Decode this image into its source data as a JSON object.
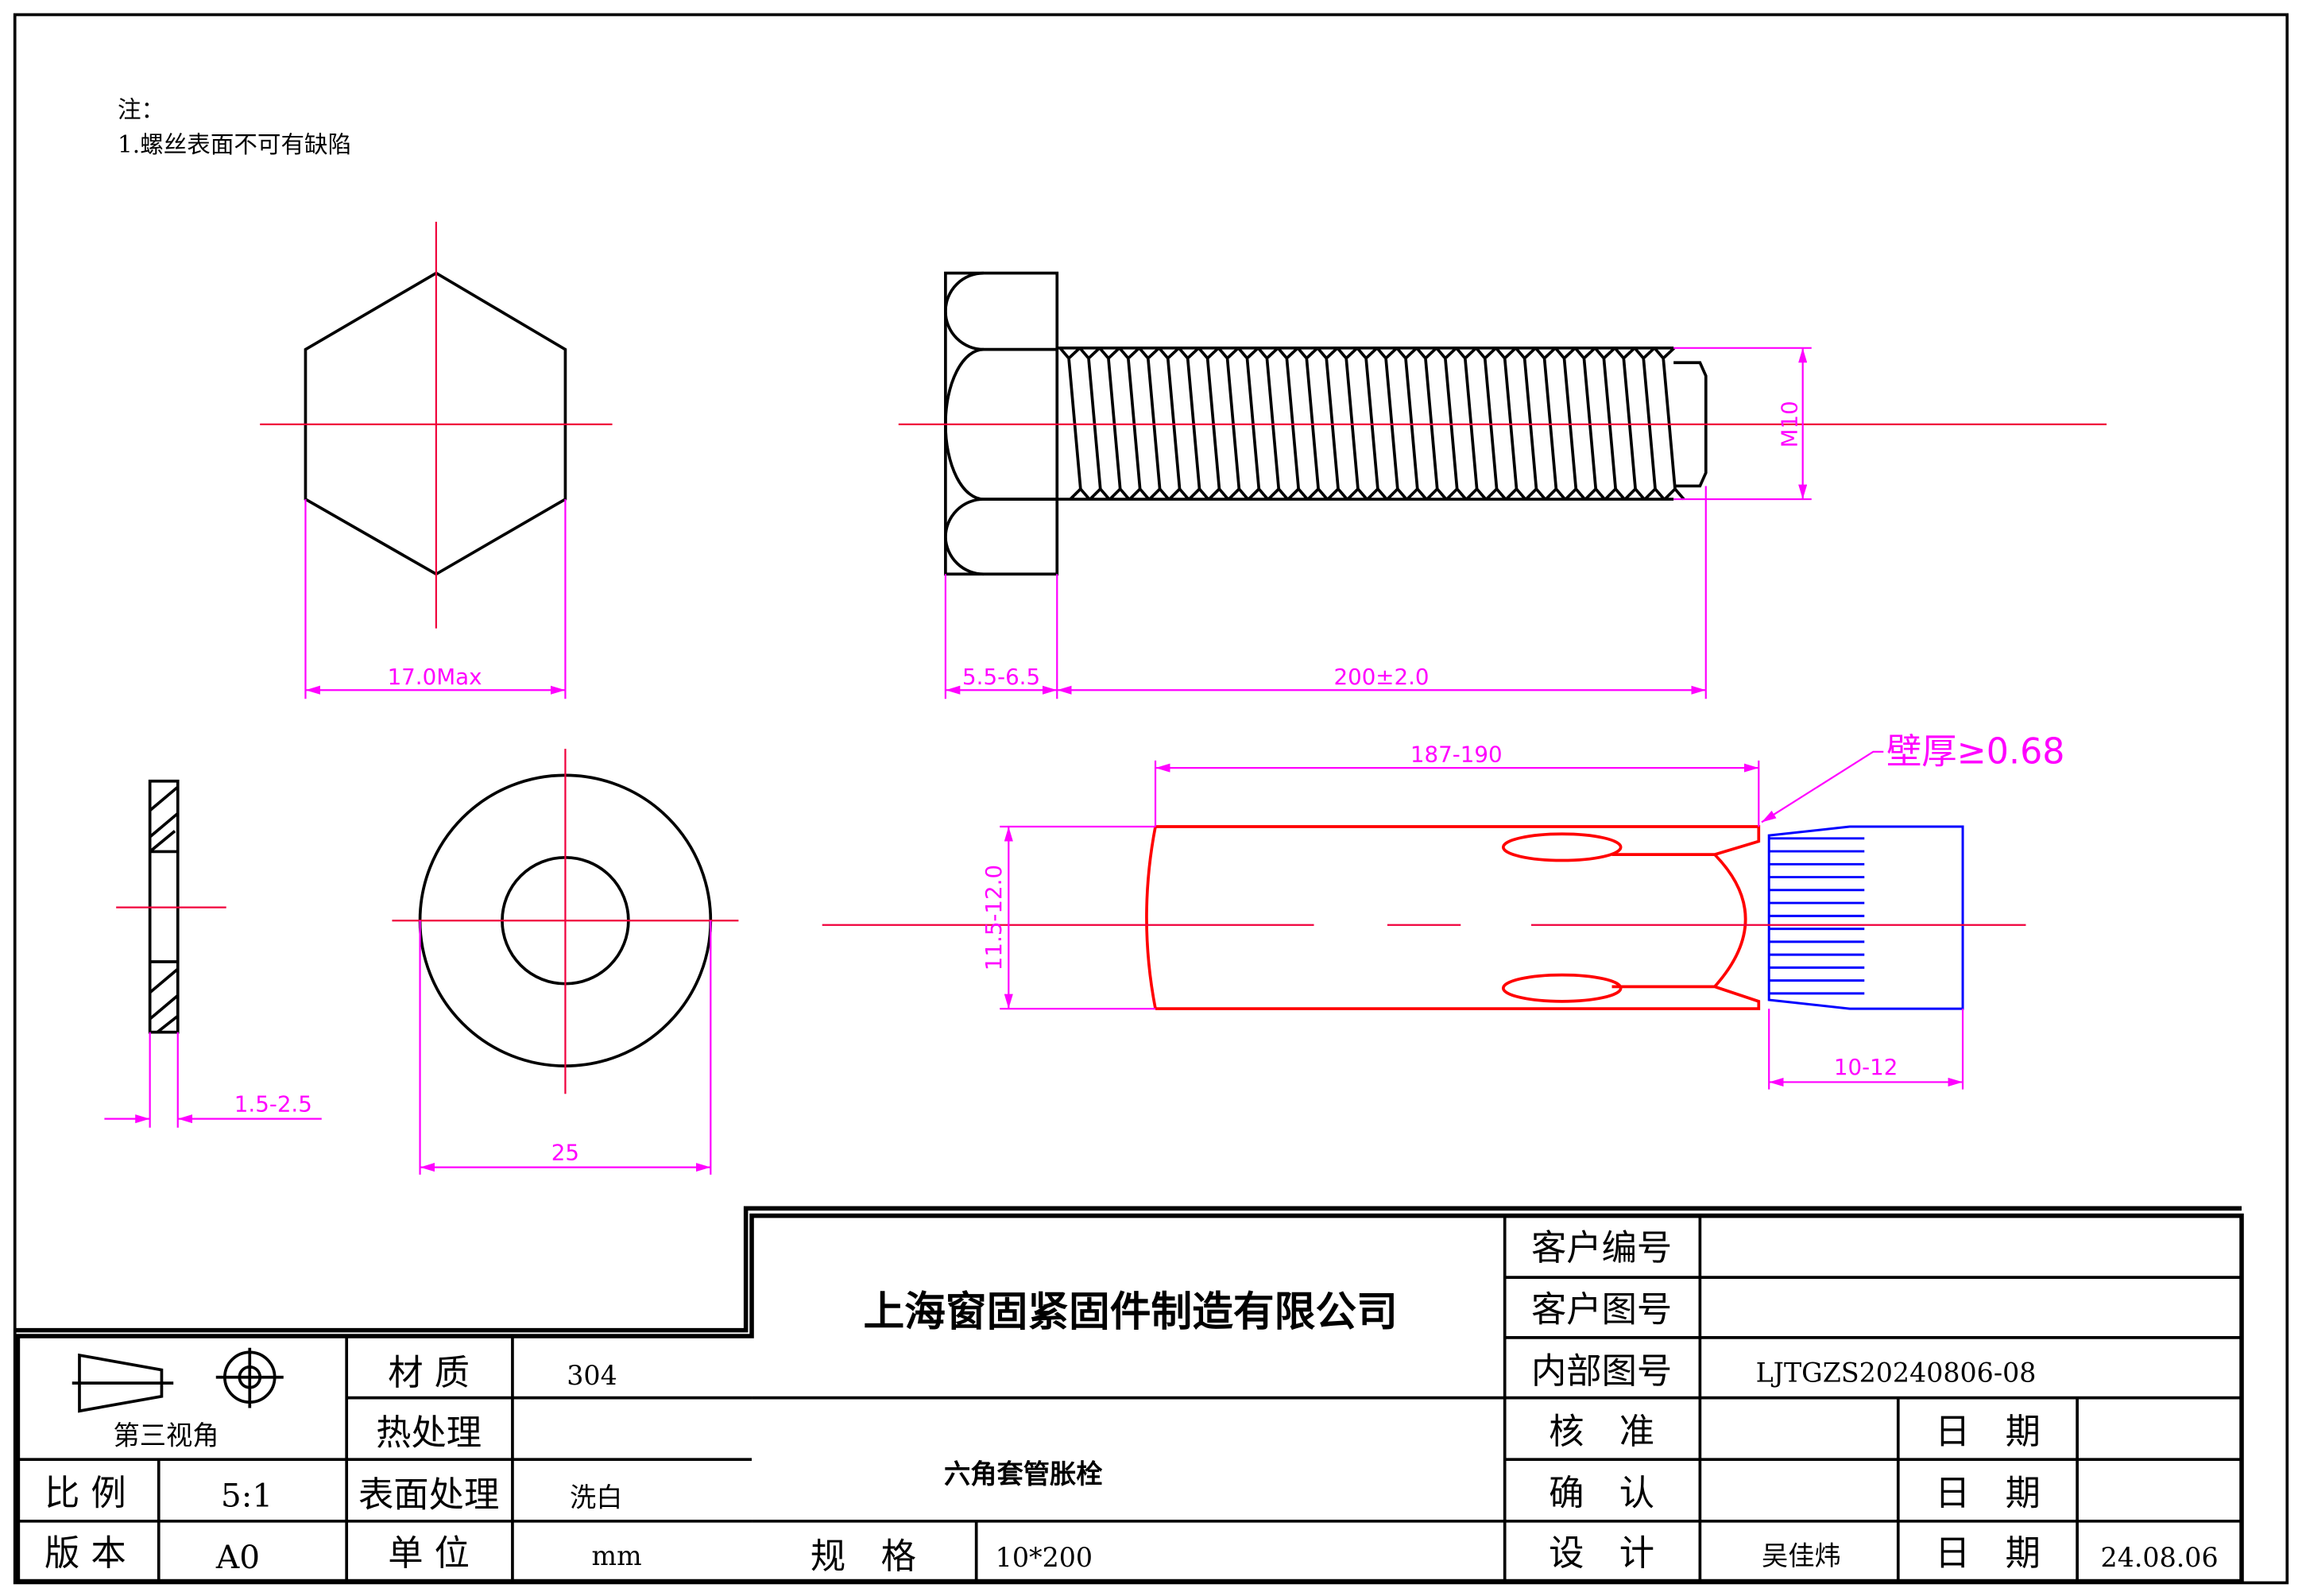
{
  "notes": {
    "title": "注：",
    "items": [
      "1.螺丝表面不可有缺陷"
    ]
  },
  "dimensions": {
    "hex_width": "17.0Max",
    "head_height": "5.5-6.5",
    "length": "200±2.0",
    "thread": "M10",
    "washer_thickness": "1.5-2.5",
    "washer_diameter": "25",
    "sleeve_length": "187-190",
    "sleeve_diameter": "11.5-12.0",
    "nut_length": "10-12",
    "wall_thickness": "壁厚≥0.68"
  },
  "colors": {
    "centerline": "#f0003c",
    "dimension": "#ff00ff",
    "sleeve": "#ff0000",
    "nut": "#0000ff"
  },
  "title_block": {
    "company": "上海窗固紧固件制造有限公司",
    "product": "六角套管胀栓",
    "projection": "第三视角",
    "material_label": "材 质",
    "material": "304",
    "heat_label": "热处理",
    "heat": "",
    "surface_label": "表面处理",
    "surface": "洗白",
    "scale_label": "比 例",
    "scale": "5:1",
    "version_label": "版 本",
    "version": "A0",
    "unit_label": "单 位",
    "unit": "mm",
    "spec_label": "规　格",
    "spec": "10*200",
    "customer_no_label": "客户编号",
    "customer_no": "",
    "customer_drawing_label": "客户图号",
    "customer_drawing": "",
    "internal_no_label": "内部图号",
    "internal_no": "LJTGZS20240806-08",
    "approve_label": "核　准",
    "approve": "",
    "confirm_label": "确　认",
    "confirm": "",
    "design_label": "设　计",
    "design": "吴佳炜",
    "date_label": "日　期",
    "date1": "",
    "date2": "",
    "date3": "24.08.06"
  }
}
